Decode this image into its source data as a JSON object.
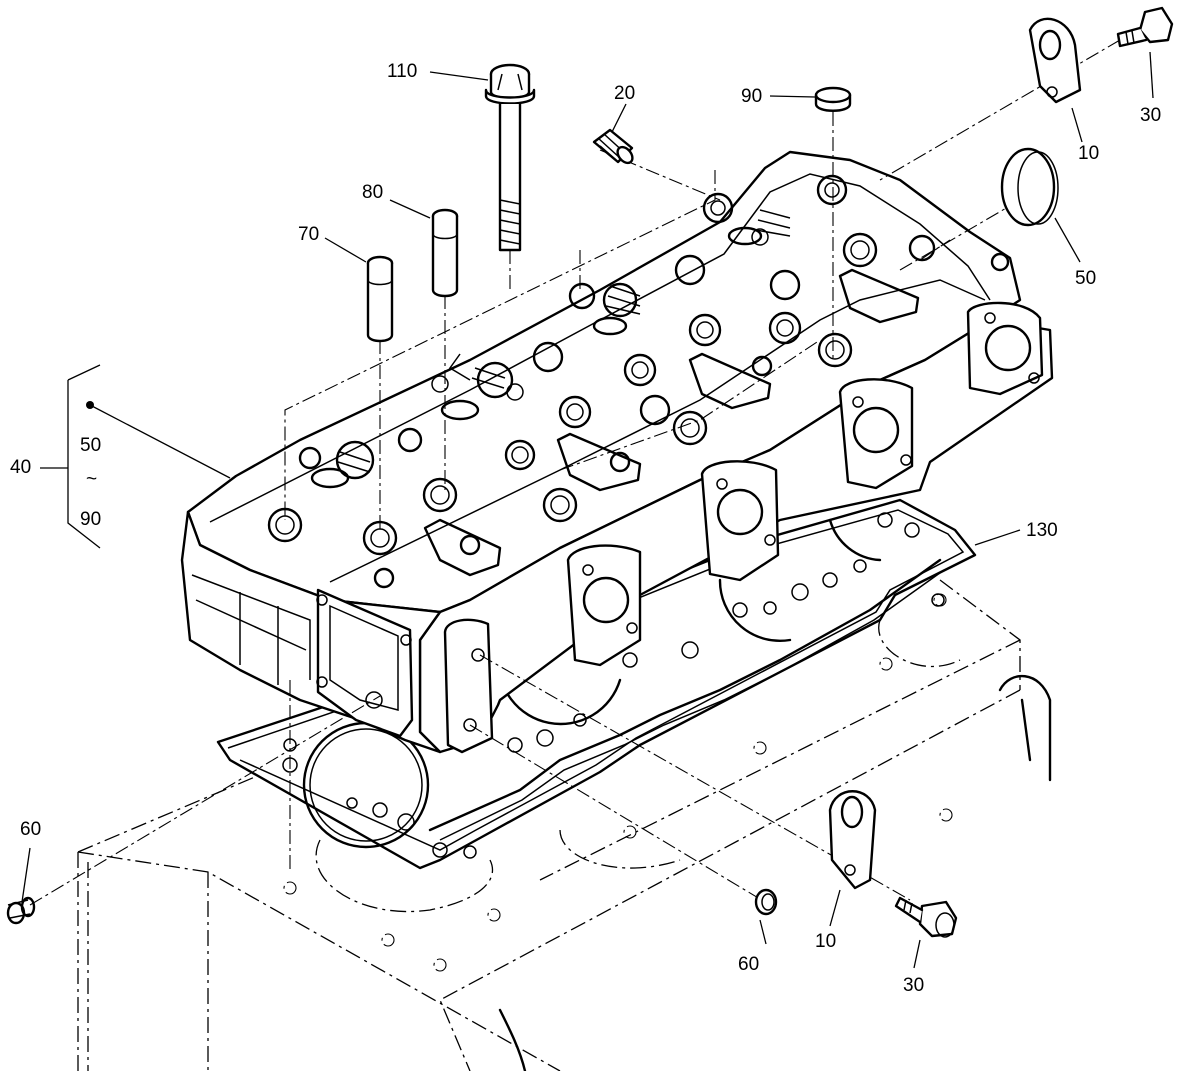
{
  "callouts": {
    "c110": "110",
    "c20": "20",
    "c90_top": "90",
    "c30_top": "30",
    "c10_top": "10",
    "c50_right": "50",
    "c80": "80",
    "c70": "70",
    "c40": "40",
    "c50_group": "50",
    "c_tilde": "~",
    "c90_group": "90",
    "c130": "130",
    "c60_left": "60",
    "c60_bottom": "60",
    "c10_bottom": "10",
    "c30_bottom": "30"
  }
}
